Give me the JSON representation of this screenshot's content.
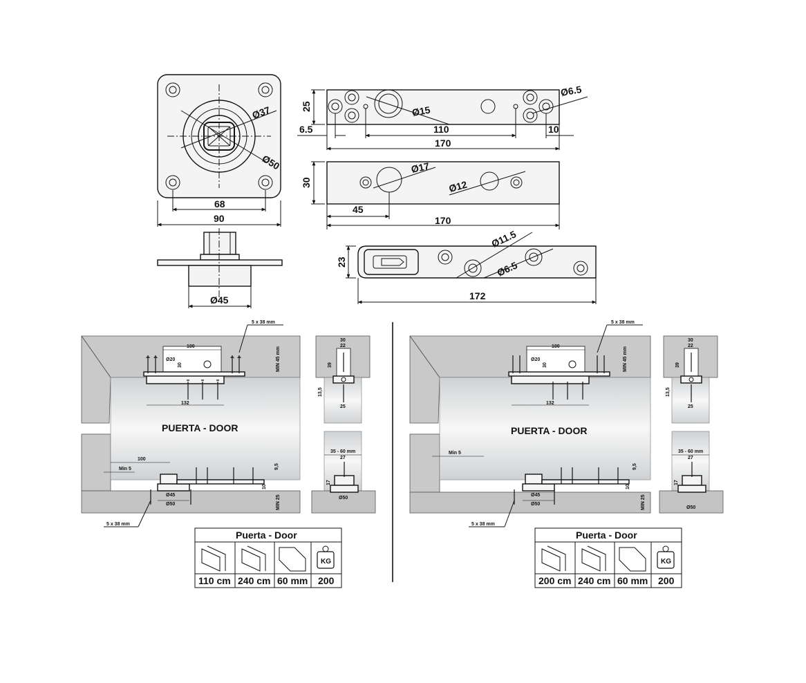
{
  "top_views": {
    "square_plate": {
      "d_inner": "Ø37",
      "d_outer": "Ø50",
      "hole_spacing": "68",
      "width": "90",
      "collar": "Ø45"
    },
    "plate_a": {
      "height": "25",
      "hole_small": "Ø6.5",
      "hole_big": "Ø15",
      "edge_left": "6.5",
      "spacing": "110",
      "edge_right": "10",
      "length": "170"
    },
    "plate_b": {
      "height": "30",
      "hole_big": "Ø17",
      "hole_mid": "Ø12",
      "offset": "45",
      "length": "170"
    },
    "plate_c": {
      "height": "23",
      "hole_big": "Ø11.5",
      "hole_small": "Ø6.5",
      "length": "172"
    }
  },
  "installation": [
    {
      "screw_top": "5 x 38 mm",
      "min_top": "MIN 45 mm",
      "plate_w": "100",
      "d20": "Ø20",
      "v30": "30",
      "span": "132",
      "door_label": "PUERTA - DOOR",
      "offset100": "100",
      "min5": "Min 5",
      "v9_5": "9,5",
      "v10": "10",
      "min25": "MIN 25",
      "d45": "Ø45",
      "d50": "Ø50",
      "screw_bottom": "5 x 38 mm",
      "side": {
        "w30": "30",
        "w22": "22",
        "h39": "39",
        "h13_5": "13,5",
        "w25": "25",
        "range": "35 - 60 mm",
        "w27": "27",
        "h17": "17",
        "d50": "Ø50"
      },
      "table": {
        "title": "Puerta - Door",
        "values": [
          "110 cm",
          "240 cm",
          "60 mm",
          "200"
        ],
        "kg": "KG"
      }
    },
    {
      "screw_top": "5 x 38 mm",
      "min_top": "MIN 45 mm",
      "plate_w": "100",
      "d20": "Ø20",
      "v30": "30",
      "span": "132",
      "door_label": "PUERTA - DOOR",
      "min5": "Min 5",
      "v9_5": "9,5",
      "v10": "10",
      "min25": "MIN 25",
      "d45": "Ø45",
      "d50": "Ø50",
      "screw_bottom": "5 x 38 mm",
      "side": {
        "w30": "30",
        "w22": "22",
        "h39": "39",
        "h13_5": "13,5",
        "w25": "25",
        "range": "35 - 60 mm",
        "w27": "27",
        "h17": "17",
        "d50": "Ø50"
      },
      "table": {
        "title": "Puerta - Door",
        "values": [
          "200 cm",
          "240 cm",
          "60 mm",
          "200"
        ],
        "kg": "KG"
      }
    }
  ]
}
